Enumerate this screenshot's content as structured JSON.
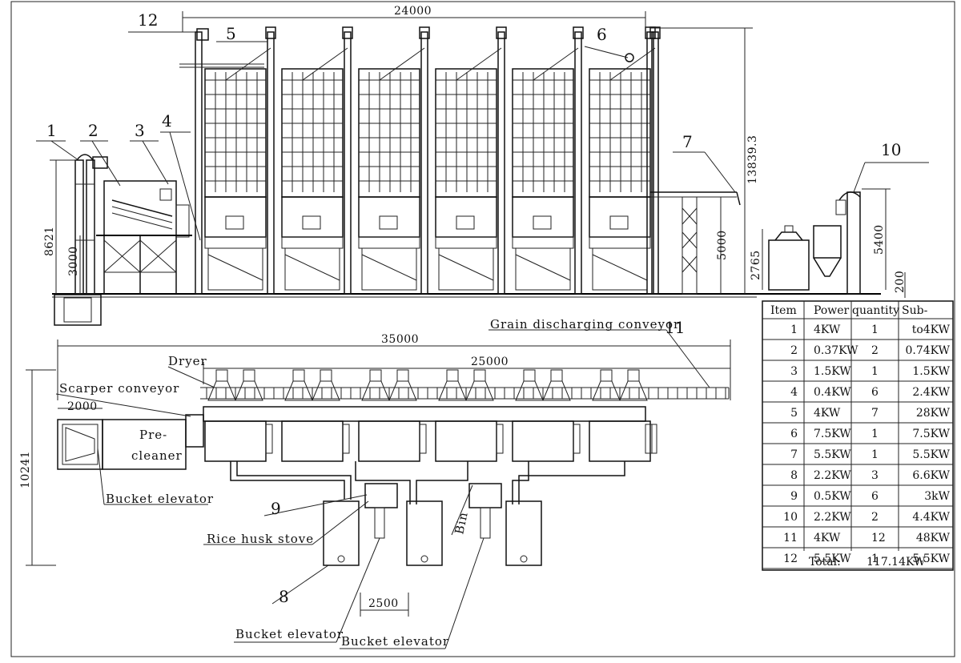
{
  "drawing": {
    "callouts": [
      "1",
      "2",
      "3",
      "4",
      "5",
      "6",
      "7",
      "8",
      "9",
      "10",
      "11",
      "12"
    ],
    "dimensions": {
      "top_width": "24000",
      "total_height": "13839.3",
      "left_height": "8621",
      "left_sub_height": "3000",
      "support_height": "5000",
      "right_height": "5400",
      "right_base": "200",
      "right_small": "2765",
      "plan_width_total": "35000",
      "plan_width_dryers": "25000",
      "plan_height": "10241",
      "plan_precleaner_width": "2000",
      "plan_spacing": "2500"
    },
    "labels": {
      "grain_discharging_conveyor": "Grain discharging conveyor",
      "dryer": "Dryer",
      "scraper_conveyor": "Scarper conveyor",
      "pre_cleaner_line1": "Pre-",
      "pre_cleaner_line2": "cleaner",
      "bucket_elevator_left": "Bucket elevator",
      "rice_husk_stove": "Rice husk stove",
      "bin": "Bin",
      "bucket_elevator_bottom1": "Bucket elevator",
      "bucket_elevator_bottom2": "Bucket elevator"
    }
  },
  "table": {
    "headers": [
      "Item",
      "Power",
      "quantity",
      "Sub-"
    ],
    "rows": [
      {
        "item": "1",
        "power": "4KW",
        "qty": "1",
        "sub": "to4KW"
      },
      {
        "item": "2",
        "power": "0.37KW",
        "qty": "2",
        "sub": "0.74KW"
      },
      {
        "item": "3",
        "power": "1.5KW",
        "qty": "1",
        "sub": "1.5KW"
      },
      {
        "item": "4",
        "power": "0.4KW",
        "qty": "6",
        "sub": "2.4KW"
      },
      {
        "item": "5",
        "power": "4KW",
        "qty": "7",
        "sub": "28KW"
      },
      {
        "item": "6",
        "power": "7.5KW",
        "qty": "1",
        "sub": "7.5KW"
      },
      {
        "item": "7",
        "power": "5.5KW",
        "qty": "1",
        "sub": "5.5KW"
      },
      {
        "item": "8",
        "power": "2.2KW",
        "qty": "3",
        "sub": "6.6KW"
      },
      {
        "item": "9",
        "power": "0.5KW",
        "qty": "6",
        "sub": "3kW"
      },
      {
        "item": "10",
        "power": "2.2KW",
        "qty": "2",
        "sub": "4.4KW"
      },
      {
        "item": "11",
        "power": "4KW",
        "qty": "12",
        "sub": "48KW"
      },
      {
        "item": "12",
        "power": "5.5KW",
        "qty": "1",
        "sub": "5.5KW"
      }
    ],
    "total_label": "Total:",
    "total_value": "117.14KW"
  }
}
